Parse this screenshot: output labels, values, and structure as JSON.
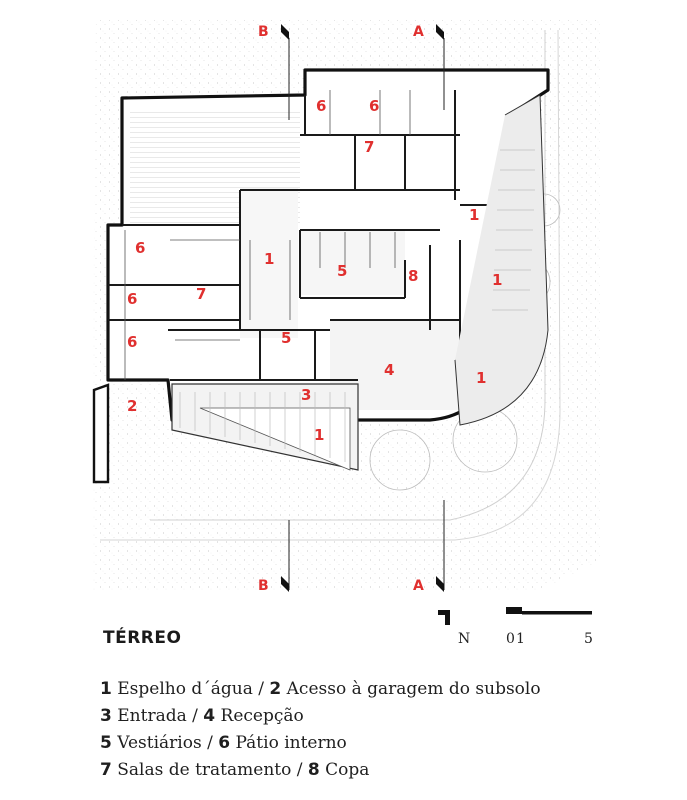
{
  "title": "TÉRREO",
  "section_markers": {
    "a": "A",
    "b": "B"
  },
  "scale": {
    "north": "N",
    "tick0": "0",
    "tick1": "1",
    "tick5": "5"
  },
  "room_labels": {
    "r1_espelho_ne": "1",
    "r1_espelho_mid": "1",
    "r1_espelho_east": "1",
    "r1_espelho_se": "1",
    "r1_espelho_entry": "1",
    "r2_acesso": "2",
    "r3_entrada": "3",
    "r4_recepcao": "4",
    "r5_vest_a": "5",
    "r5_vest_b": "5",
    "r6_patio_a": "6",
    "r6_patio_b": "6",
    "r6_patio_c": "6",
    "r6_patio_d": "6",
    "r6_patio_e": "6",
    "r7_salas_a": "7",
    "r7_salas_b": "7",
    "r8_copa": "8"
  },
  "legend": [
    {
      "n1": "1",
      "t1": "Espelho d´água",
      "sep": "/",
      "n2": "2",
      "t2": "Acesso à garagem do subsolo"
    },
    {
      "n1": "3",
      "t1": "Entrada",
      "sep": "/",
      "n2": "4",
      "t2": "Recepção"
    },
    {
      "n1": "5",
      "t1": "Vestiários",
      "sep": "/",
      "n2": "6",
      "t2": "Pátio interno"
    },
    {
      "n1": "7",
      "t1": "Salas de tratamento",
      "sep": "/",
      "n2": "8",
      "t2": "Copa"
    }
  ]
}
